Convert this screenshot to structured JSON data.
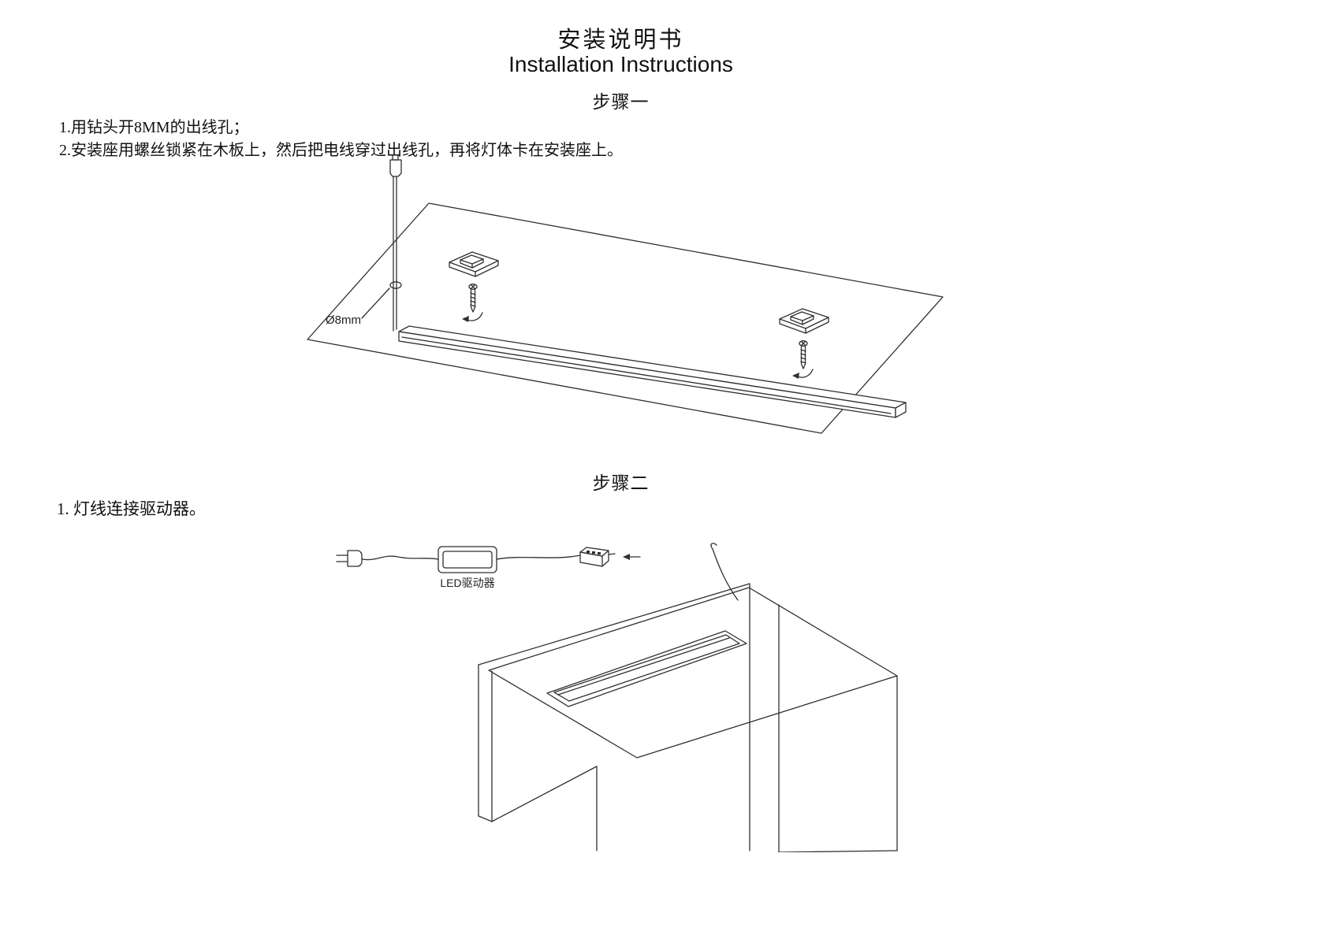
{
  "header": {
    "title_cn": "安装说明书",
    "title_en": "Installation Instructions"
  },
  "step1": {
    "heading": "步骤一",
    "instruction1": "1.用钻头开8MM的出线孔；",
    "instruction2": "2.安装座用螺丝锁紧在木板上，然后把电线穿过出线孔，再将灯体卡在安装座上。",
    "hole_diameter_label": "Ø8mm"
  },
  "step2": {
    "heading": "步骤二",
    "instruction1": "1. 灯线连接驱动器。",
    "driver_label": "LED驱动器"
  },
  "colors": {
    "line": "#2f2f2f",
    "text": "#111111",
    "background": "#ffffff"
  }
}
